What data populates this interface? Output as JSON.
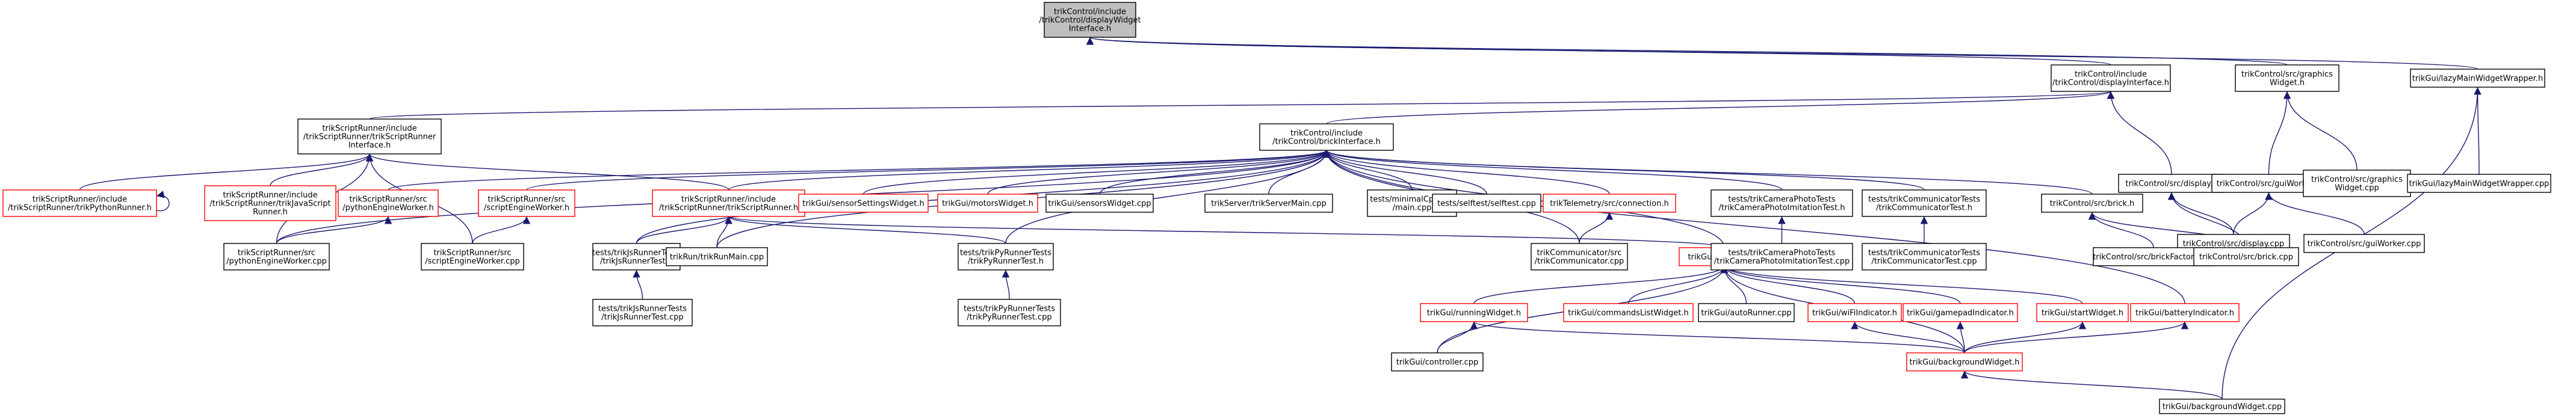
{
  "colors": {
    "edge": "#191970",
    "node_border_normal": "#000000",
    "node_border_truncated": "#ff0000",
    "node_fill": "#ffffff",
    "root_fill": "#bfbfbf"
  },
  "nodes": [
    {
      "id": "root",
      "lines": [
        "trikControl/include",
        "/trikControl/displayWidget",
        "Interface.h"
      ],
      "style": "root"
    },
    {
      "id": "displayInterface",
      "lines": [
        "trikControl/include",
        "/trikControl/displayInterface.h"
      ],
      "style": "normal"
    },
    {
      "id": "graphicsWidget",
      "lines": [
        "trikControl/src/graphics",
        "Widget.h"
      ],
      "style": "normal"
    },
    {
      "id": "lazyWrapper",
      "lines": [
        "trikGui/lazyMainWidgetWrapper.h"
      ],
      "style": "normal"
    },
    {
      "id": "scriptRunnerIface",
      "lines": [
        "trikScriptRunner/include",
        "/trikScriptRunner/trikScriptRunner",
        "Interface.h"
      ],
      "style": "normal"
    },
    {
      "id": "brickInterface",
      "lines": [
        "trikControl/include",
        "/trikControl/brickInterface.h"
      ],
      "style": "normal"
    },
    {
      "id": "displayH",
      "lines": [
        "trikControl/src/display.h"
      ],
      "style": "normal"
    },
    {
      "id": "guiWorkerH",
      "lines": [
        "trikControl/src/guiWorker.h"
      ],
      "style": "normal"
    },
    {
      "id": "graphicsWidgetCpp",
      "lines": [
        "trikControl/src/graphics",
        "Widget.cpp"
      ],
      "style": "normal"
    },
    {
      "id": "lazyWrapperCpp",
      "lines": [
        "trikGui/lazyMainWidgetWrapper.cpp"
      ],
      "style": "normal"
    },
    {
      "id": "pythonRunnerH",
      "lines": [
        "trikScriptRunner/include",
        "/trikScriptRunner/trikPythonRunner.h"
      ],
      "style": "truncated"
    },
    {
      "id": "jsRunnerH",
      "lines": [
        "trikScriptRunner/include",
        "/trikScriptRunner/trikJavaScript",
        "Runner.h"
      ],
      "style": "truncated"
    },
    {
      "id": "pythonEngineWorkerH",
      "lines": [
        "trikScriptRunner/src",
        "/pythonEngineWorker.h"
      ],
      "style": "truncated"
    },
    {
      "id": "scriptEngineWorkerH",
      "lines": [
        "trikScriptRunner/src",
        "/scriptEngineWorker.h"
      ],
      "style": "truncated"
    },
    {
      "id": "trikScriptRunnerH",
      "lines": [
        "trikScriptRunner/include",
        "/trikScriptRunner/trikScriptRunner.h"
      ],
      "style": "truncated"
    },
    {
      "id": "sensorSettingsWidget",
      "lines": [
        "trikGui/sensorSettingsWidget.h"
      ],
      "style": "truncated"
    },
    {
      "id": "motorsWidget",
      "lines": [
        "trikGui/motorsWidget.h"
      ],
      "style": "truncated"
    },
    {
      "id": "sensorsWidgetCpp",
      "lines": [
        "trikGui/sensorsWidget.cpp"
      ],
      "style": "normal"
    },
    {
      "id": "serverMain",
      "lines": [
        "trikServer/trikServerMain.cpp"
      ],
      "style": "normal"
    },
    {
      "id": "minimalCppApp",
      "lines": [
        "tests/minimalCppApp",
        "/main.cpp"
      ],
      "style": "normal"
    },
    {
      "id": "selftest",
      "lines": [
        "tests/selftest/selftest.cpp"
      ],
      "style": "normal"
    },
    {
      "id": "telemetryConnection",
      "lines": [
        "trikTelemetry/src/connection.h"
      ],
      "style": "truncated"
    },
    {
      "id": "cameraPhotoTestH",
      "lines": [
        "tests/trikCameraPhotoTests",
        "/trikCameraPhotoImitationTest.h"
      ],
      "style": "normal"
    },
    {
      "id": "communicatorTestH",
      "lines": [
        "tests/trikCommunicatorTests",
        "/trikCommunicatorTest.h"
      ],
      "style": "normal"
    },
    {
      "id": "brickH",
      "lines": [
        "trikControl/src/brick.h"
      ],
      "style": "normal"
    },
    {
      "id": "displayCpp",
      "lines": [
        "trikControl/src/display.cpp"
      ],
      "style": "normal"
    },
    {
      "id": "guiWorkerCpp",
      "lines": [
        "trikControl/src/guiWorker.cpp"
      ],
      "style": "normal"
    },
    {
      "id": "pythonEngineWorkerCpp",
      "lines": [
        "trikScriptRunner/src",
        "/pythonEngineWorker.cpp"
      ],
      "style": "normal"
    },
    {
      "id": "scriptEngineWorkerCpp",
      "lines": [
        "trikScriptRunner/src",
        "/scriptEngineWorker.cpp"
      ],
      "style": "normal"
    },
    {
      "id": "jsRunnerTestH",
      "lines": [
        "tests/trikJsRunnerTests",
        "/trikJsRunnerTest.h"
      ],
      "style": "normal"
    },
    {
      "id": "runMain",
      "lines": [
        "trikRun/trikRunMain.cpp"
      ],
      "style": "normal"
    },
    {
      "id": "pyRunnerTestH",
      "lines": [
        "tests/trikPyRunnerTests",
        "/trikPyRunnerTest.h"
      ],
      "style": "normal"
    },
    {
      "id": "communicatorCpp",
      "lines": [
        "trikCommunicator/src",
        "/trikCommunicator.cpp"
      ],
      "style": "normal"
    },
    {
      "id": "controllerH",
      "lines": [
        "trikGui/controller.h"
      ],
      "style": "truncated"
    },
    {
      "id": "cameraPhotoTestCpp",
      "lines": [
        "tests/trikCameraPhotoTests",
        "/trikCameraPhotoImitationTest.cpp"
      ],
      "style": "normal"
    },
    {
      "id": "communicatorTestCpp",
      "lines": [
        "tests/trikCommunicatorTests",
        "/trikCommunicatorTest.cpp"
      ],
      "style": "normal"
    },
    {
      "id": "brickFactoryCpp",
      "lines": [
        "trikControl/src/brickFactory.cpp"
      ],
      "style": "normal"
    },
    {
      "id": "brickCpp",
      "lines": [
        "trikControl/src/brick.cpp"
      ],
      "style": "normal"
    },
    {
      "id": "jsRunnerTestCpp",
      "lines": [
        "tests/trikJsRunnerTests",
        "/trikJsRunnerTest.cpp"
      ],
      "style": "normal"
    },
    {
      "id": "pyRunnerTestCpp",
      "lines": [
        "tests/trikPyRunnerTests",
        "/trikPyRunnerTest.cpp"
      ],
      "style": "normal"
    },
    {
      "id": "runningWidget",
      "lines": [
        "trikGui/runningWidget.h"
      ],
      "style": "truncated"
    },
    {
      "id": "commandsListWidget",
      "lines": [
        "trikGui/commandsListWidget.h"
      ],
      "style": "truncated"
    },
    {
      "id": "autoRunnerCpp",
      "lines": [
        "trikGui/autoRunner.cpp"
      ],
      "style": "normal"
    },
    {
      "id": "wiFiIndicator",
      "lines": [
        "trikGui/wiFiIndicator.h"
      ],
      "style": "truncated"
    },
    {
      "id": "gamepadIndicator",
      "lines": [
        "trikGui/gamepadIndicator.h"
      ],
      "style": "truncated"
    },
    {
      "id": "startWidget",
      "lines": [
        "trikGui/startWidget.h"
      ],
      "style": "truncated"
    },
    {
      "id": "batteryIndicator",
      "lines": [
        "trikGui/batteryIndicator.h"
      ],
      "style": "truncated"
    },
    {
      "id": "controllerCpp",
      "lines": [
        "trikGui/controller.cpp"
      ],
      "style": "normal"
    },
    {
      "id": "backgroundWidgetH",
      "lines": [
        "trikGui/backgroundWidget.h"
      ],
      "style": "truncated"
    },
    {
      "id": "backgroundWidgetCpp",
      "lines": [
        "trikGui/backgroundWidget.cpp"
      ],
      "style": "normal"
    }
  ],
  "edges": [
    [
      "displayInterface",
      "root"
    ],
    [
      "graphicsWidget",
      "root"
    ],
    [
      "lazyWrapper",
      "root"
    ],
    [
      "brickInterface",
      "displayInterface"
    ],
    [
      "scriptRunnerIface",
      "displayInterface"
    ],
    [
      "displayH",
      "displayInterface"
    ],
    [
      "guiWorkerH",
      "graphicsWidget"
    ],
    [
      "graphicsWidgetCpp",
      "graphicsWidget"
    ],
    [
      "lazyWrapperCpp",
      "lazyWrapper"
    ],
    [
      "backgroundWidgetCpp",
      "lazyWrapper"
    ],
    [
      "pythonRunnerH",
      "scriptRunnerIface"
    ],
    [
      "jsRunnerH",
      "scriptRunnerIface"
    ],
    [
      "pythonEngineWorkerCpp",
      "scriptRunnerIface"
    ],
    [
      "scriptEngineWorkerCpp",
      "scriptRunnerIface"
    ],
    [
      "trikScriptRunnerH",
      "scriptRunnerIface"
    ],
    [
      "pythonRunnerH",
      "pythonRunnerH"
    ],
    [
      "pythonEngineWorkerH",
      "brickInterface"
    ],
    [
      "scriptEngineWorkerH",
      "brickInterface"
    ],
    [
      "trikScriptRunnerH",
      "brickInterface"
    ],
    [
      "sensorSettingsWidget",
      "brickInterface"
    ],
    [
      "motorsWidget",
      "brickInterface"
    ],
    [
      "sensorsWidgetCpp",
      "brickInterface"
    ],
    [
      "serverMain",
      "brickInterface"
    ],
    [
      "minimalCppApp",
      "brickInterface"
    ],
    [
      "selftest",
      "brickInterface"
    ],
    [
      "telemetryConnection",
      "brickInterface"
    ],
    [
      "cameraPhotoTestH",
      "brickInterface"
    ],
    [
      "communicatorTestH",
      "brickInterface"
    ],
    [
      "brickH",
      "brickInterface"
    ],
    [
      "jsRunnerTestH",
      "brickInterface"
    ],
    [
      "runMain",
      "brickInterface"
    ],
    [
      "pyRunnerTestH",
      "brickInterface"
    ],
    [
      "communicatorCpp",
      "brickInterface"
    ],
    [
      "controllerH",
      "brickInterface"
    ],
    [
      "batteryIndicator",
      "brickInterface"
    ],
    [
      "pythonEngineWorkerCpp",
      "brickInterface"
    ],
    [
      "displayCpp",
      "displayH"
    ],
    [
      "brickCpp",
      "displayH"
    ],
    [
      "displayCpp",
      "guiWorkerH"
    ],
    [
      "guiWorkerCpp",
      "guiWorkerH"
    ],
    [
      "pythonEngineWorkerCpp",
      "pythonEngineWorkerH"
    ],
    [
      "scriptEngineWorkerCpp",
      "scriptEngineWorkerH"
    ],
    [
      "jsRunnerTestH",
      "trikScriptRunnerH"
    ],
    [
      "runMain",
      "trikScriptRunnerH"
    ],
    [
      "pyRunnerTestH",
      "trikScriptRunnerH"
    ],
    [
      "controllerH",
      "trikScriptRunnerH"
    ],
    [
      "communicatorCpp",
      "telemetryConnection"
    ],
    [
      "cameraPhotoTestCpp",
      "cameraPhotoTestH"
    ],
    [
      "communicatorTestCpp",
      "communicatorTestH"
    ],
    [
      "brickFactoryCpp",
      "brickH"
    ],
    [
      "brickCpp",
      "brickH"
    ],
    [
      "jsRunnerTestCpp",
      "jsRunnerTestH"
    ],
    [
      "pyRunnerTestCpp",
      "pyRunnerTestH"
    ],
    [
      "controllerCpp",
      "controllerH"
    ],
    [
      "runningWidget",
      "controllerH"
    ],
    [
      "commandsListWidget",
      "controllerH"
    ],
    [
      "autoRunnerCpp",
      "controllerH"
    ],
    [
      "wiFiIndicator",
      "controllerH"
    ],
    [
      "gamepadIndicator",
      "controllerH"
    ],
    [
      "startWidget",
      "controllerH"
    ],
    [
      "backgroundWidgetH",
      "controllerH"
    ],
    [
      "controllerCpp",
      "runningWidget"
    ],
    [
      "backgroundWidgetH",
      "runningWidget"
    ],
    [
      "backgroundWidgetH",
      "wiFiIndicator"
    ],
    [
      "backgroundWidgetH",
      "gamepadIndicator"
    ],
    [
      "backgroundWidgetH",
      "startWidget"
    ],
    [
      "backgroundWidgetH",
      "batteryIndicator"
    ],
    [
      "backgroundWidgetCpp",
      "backgroundWidgetH"
    ]
  ]
}
